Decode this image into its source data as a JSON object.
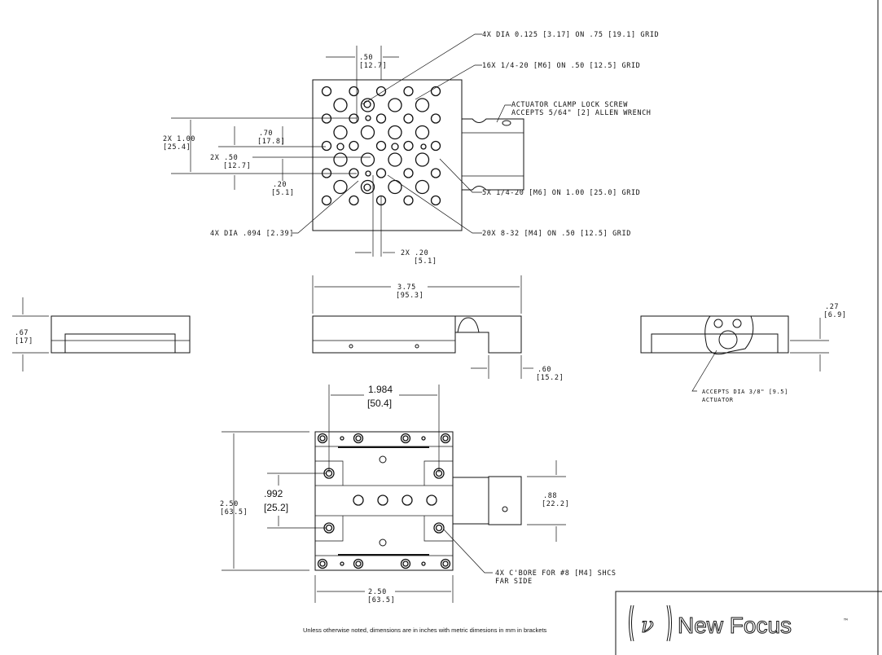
{
  "top_view": {
    "callout_dia125": "4X DIA 0.125 [3.17] ON .75 [19.1] GRID",
    "callout_16x": "16X 1/4-20 [M6] ON .50 [12.5] GRID",
    "callout_clamp_1": "ACTUATOR CLAMP LOCK SCREW",
    "callout_clamp_2": "ACCEPTS 5/64\" [2] ALLEN WRENCH",
    "callout_5x": "5X 1/4-20 [M6] ON 1.00 [25.0] GRID",
    "callout_20x": "20X 8-32 [M4] ON .50 [12.5] GRID",
    "callout_dia094": "4X DIA .094 [2.39]",
    "dim_50_in": ".50",
    "dim_50_mm": "[12.7]",
    "dim_2x100_in": "2X 1.00",
    "dim_2x100_mm": "[25.4]",
    "dim_70_in": ".70",
    "dim_70_mm": "[17.8]",
    "dim_2x50_in": "2X .50",
    "dim_2x50_mm": "[12.7]",
    "dim_20_in": ".20",
    "dim_20_mm": "[5.1]",
    "dim_2x20_in": "2X .20",
    "dim_2x20_mm": "[5.1]"
  },
  "side_views": {
    "dim_67_in": ".67",
    "dim_67_mm": "[17]",
    "dim_375_in": "3.75",
    "dim_375_mm": "[95.3]",
    "dim_60_in": ".60",
    "dim_60_mm": "[15.2]",
    "dim_27_in": ".27",
    "dim_27_mm": "[6.9]",
    "callout_actuator_1": "ACCEPTS DIA 3/8\" [9.5]",
    "callout_actuator_2": "ACTUATOR"
  },
  "bottom_view": {
    "dim_1984_in": "1.984",
    "dim_1984_mm": "[50.4]",
    "dim_250v_in": "2.50",
    "dim_250v_mm": "[63.5]",
    "dim_992_in": ".992",
    "dim_992_mm": "[25.2]",
    "dim_88_in": ".88",
    "dim_88_mm": "[22.2]",
    "dim_250h_in": "2.50",
    "dim_250h_mm": "[63.5]",
    "callout_cbore_1": "4X C'BORE FOR #8 [M4] SHCS",
    "callout_cbore_2": "FAR SIDE"
  },
  "note": "Unless otherwise noted, dimensions are in inches with metric dimesions in mm in brackets",
  "logo": {
    "brand": "New Focus",
    "mark": "™"
  }
}
